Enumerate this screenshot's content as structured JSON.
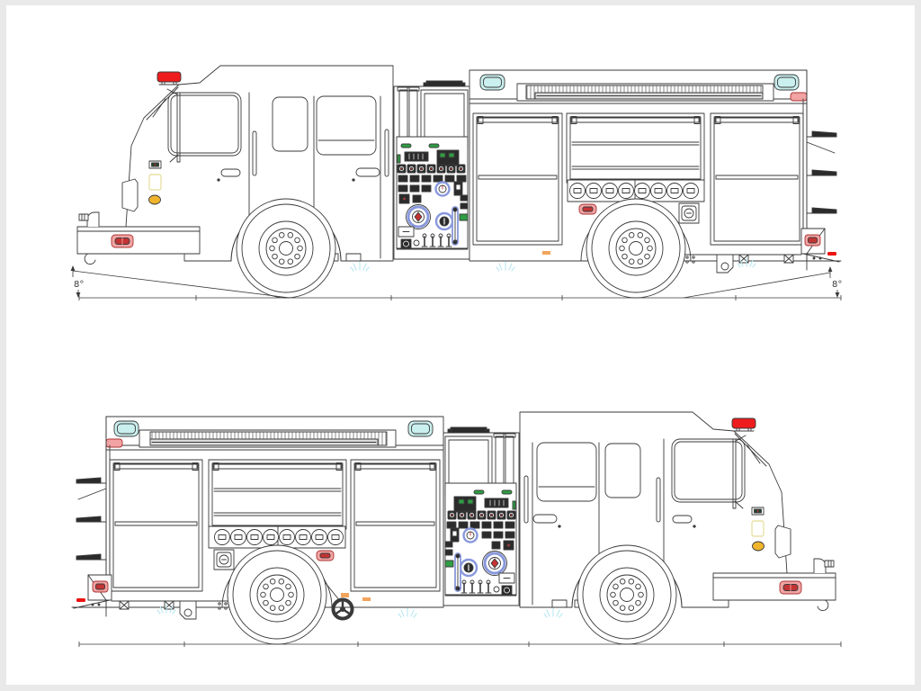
{
  "document": {
    "type": "fire apparatus engineering drawing",
    "views": {
      "top": {
        "name": "driver-side elevation",
        "facing": "left",
        "approach_angle_label": "8°",
        "departure_angle_label": "8°"
      },
      "bottom": {
        "name": "passenger-side elevation",
        "facing": "right"
      }
    }
  },
  "colors": {
    "background": "#e9e9e9",
    "paper": "#ffffff",
    "line": "#3a3a3a",
    "beacon_red": "#ee1c1c",
    "warning_light_pink": "#f2a3a3",
    "warning_light_core": "#c43434",
    "scene_light_teal": "#c9efee",
    "amber_marker": "#f0b42c",
    "accent_green": "#2f9e44",
    "gauge_blue": "#8898dd",
    "ground_glow": "#b9e6f2",
    "reflector_orange": "#f2a45c",
    "tail_marker_red": "#ee1111",
    "panel_dark": "#2b2b2b",
    "pale_outline": "#ddd37a"
  },
  "parts": [
    "roof-beacon",
    "scene-light",
    "ladder-rack",
    "hose-crosslay-bed",
    "tank-fill-tower",
    "pump-panel",
    "pressure-gauge",
    "discharge-valve-lever",
    "discharge-outlet-cap",
    "front-bumper",
    "air-horn",
    "tow-hook",
    "grab-rail",
    "mirror-arm",
    "door-handle",
    "compartment-roll-up-door",
    "rear-access-step",
    "tail-light",
    "marker-light",
    "electrical-outlet",
    "wheel",
    "wheel-chock",
    "ground-light-glow"
  ]
}
